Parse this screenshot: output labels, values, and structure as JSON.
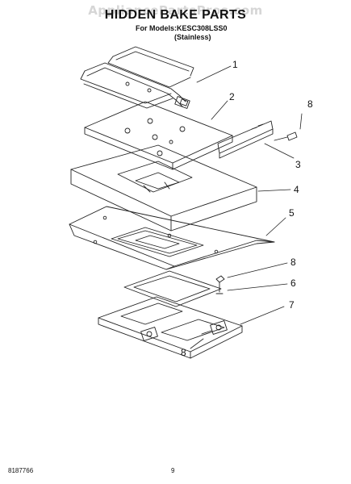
{
  "watermark": "AppliancePartsPros.com",
  "title": "HIDDEN BAKE PARTS",
  "models": {
    "prefix": "For Models:",
    "model": "KESC308LSS0",
    "finish": "(Stainless)"
  },
  "callouts": [
    "1",
    "2",
    "8",
    "3",
    "4",
    "5",
    "8",
    "6",
    "7",
    "8"
  ],
  "footer": {
    "doc_number": "8187766",
    "page": "9"
  }
}
